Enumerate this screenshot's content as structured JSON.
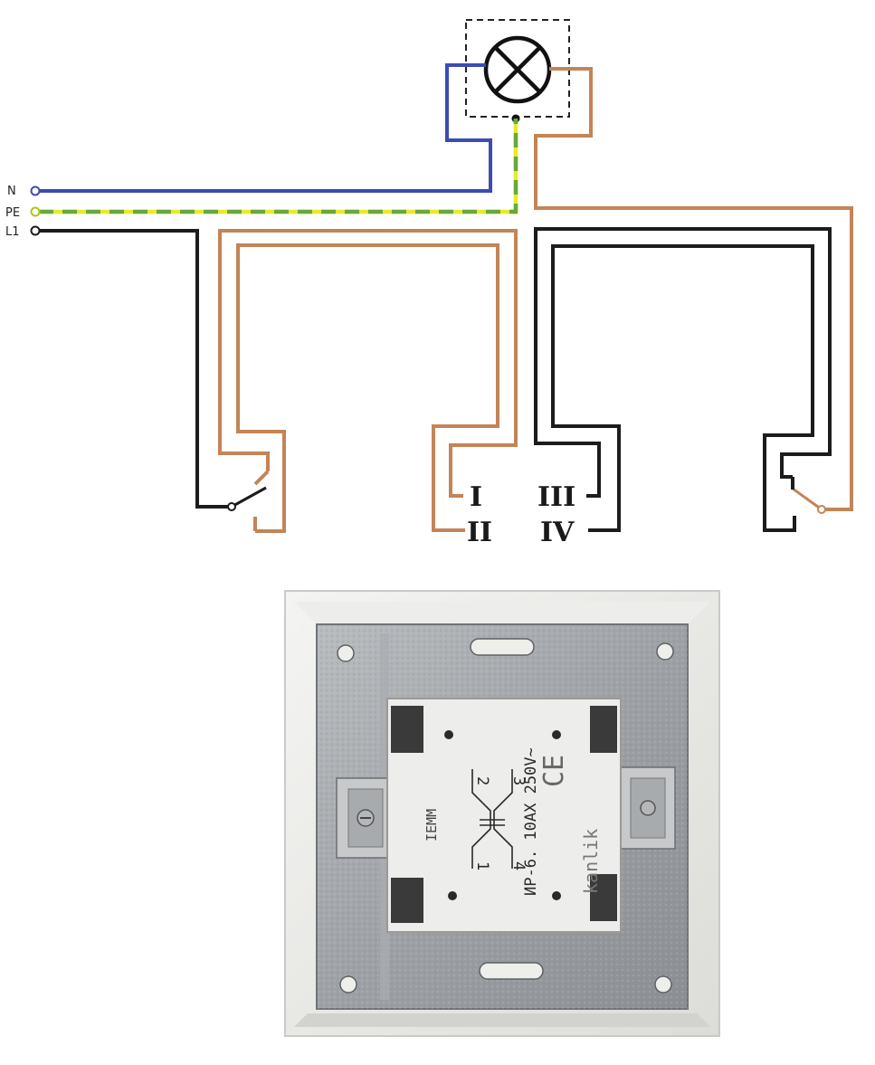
{
  "terminals": {
    "n": "N",
    "pe": "PE",
    "l1": "L1"
  },
  "contacts": {
    "i": "I",
    "ii": "II",
    "iii": "III",
    "iv": "IV"
  },
  "photo": {
    "rating": "ИР-6. 10АХ 250V~",
    "brand": "kanlik",
    "ce": "CE",
    "code": "IEMM",
    "terminal_marks": [
      "2",
      "3",
      "1",
      "4"
    ]
  },
  "colors": {
    "neutral": "#3b4cb3",
    "earth_yellow": "#e6ea2a",
    "earth_green": "#6aa83a",
    "phase": "#1c1c1c",
    "switched": "#c38457"
  }
}
